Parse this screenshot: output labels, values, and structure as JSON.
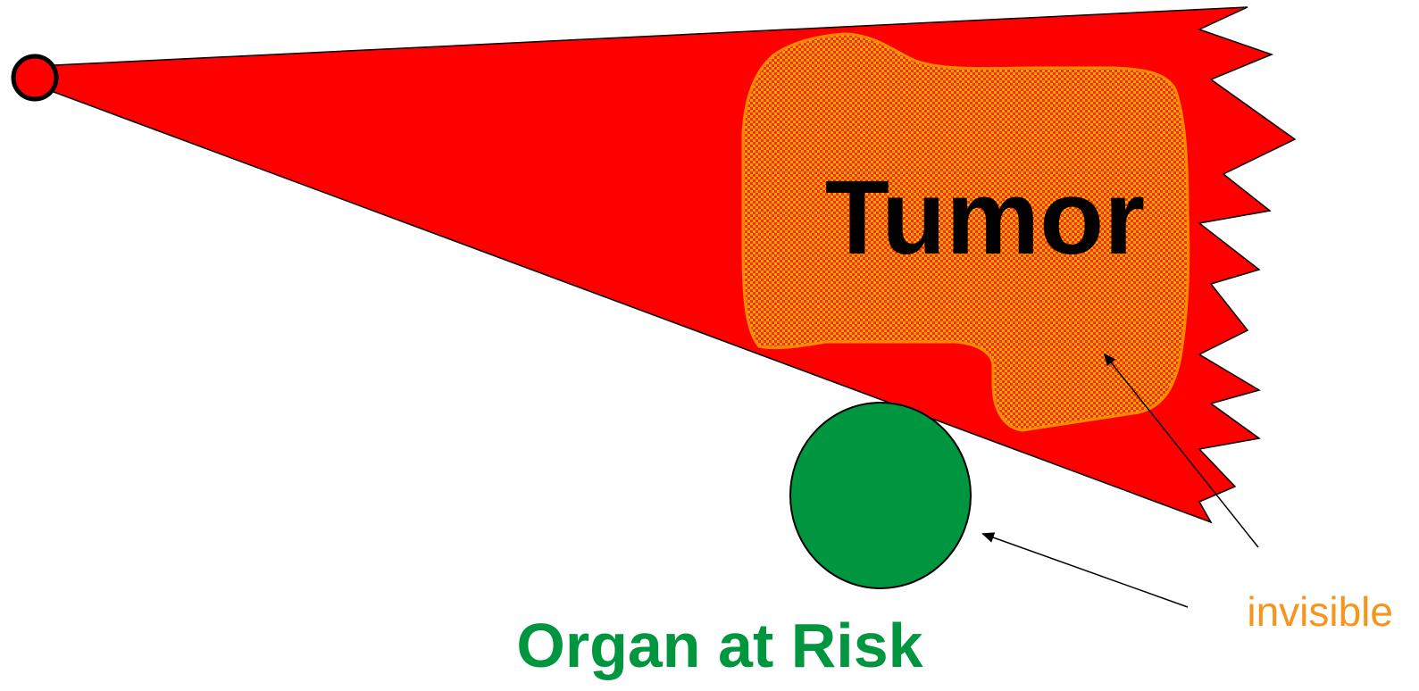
{
  "labels": {
    "tumor": "Tumor",
    "organ_at_risk": "Organ at Risk",
    "invisible": "invisible"
  },
  "colors": {
    "beam": "#ff0000",
    "tumor_fill_a": "#f2a900",
    "tumor_fill_b": "#ff2a00",
    "tumor_outline": "#ff8a00",
    "organ": "#009640",
    "organ_label": "#009640",
    "invisible_label": "#f7941d",
    "outline": "#000000"
  },
  "icons": {
    "source": "radiation-source-icon",
    "arrow": "pointer-arrow-icon"
  }
}
